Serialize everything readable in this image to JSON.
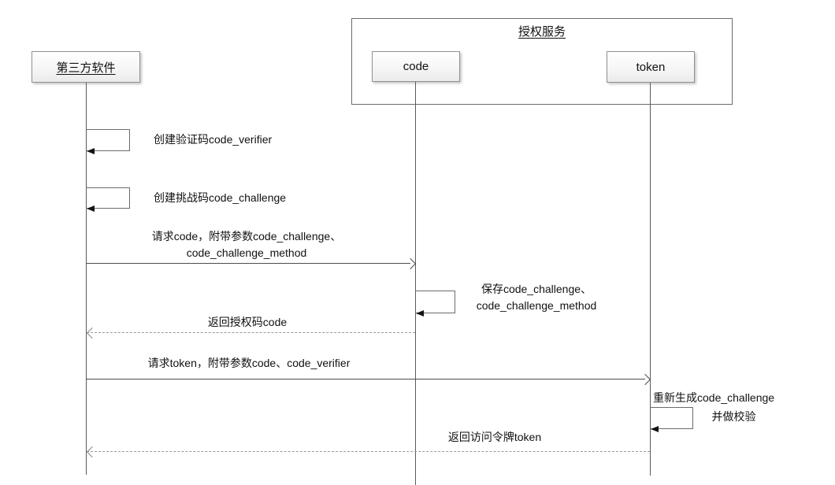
{
  "actors": {
    "third_party": {
      "label": "第三方软件"
    },
    "auth_service": {
      "label": "授权服务"
    },
    "code": {
      "label": "code"
    },
    "token": {
      "label": "token"
    }
  },
  "messages": {
    "m1": {
      "kind": "self",
      "actor": "third_party",
      "text": "创建验证码code_verifier"
    },
    "m2": {
      "kind": "self",
      "actor": "third_party",
      "text": "创建挑战码code_challenge"
    },
    "m3": {
      "kind": "request",
      "from": "third_party",
      "to": "code",
      "line1": "请求code，附带参数code_challenge、",
      "line2": "code_challenge_method"
    },
    "m4": {
      "kind": "self",
      "actor": "code",
      "line1": "保存code_challenge、",
      "line2": "code_challenge_method"
    },
    "m5": {
      "kind": "return",
      "from": "code",
      "to": "third_party",
      "text": "返回授权码code"
    },
    "m6": {
      "kind": "request",
      "from": "third_party",
      "to": "token",
      "text": "请求token，附带参数code、code_verifier"
    },
    "m7": {
      "kind": "self",
      "actor": "token",
      "line1": "重新生成code_challenge",
      "line2": "并做校验"
    },
    "m8": {
      "kind": "return",
      "from": "token",
      "to": "third_party",
      "text": "返回访问令牌token"
    }
  },
  "colors": {
    "line": "#4d4d4d",
    "dashed_line": "#9a9a9a",
    "box_border": "#909090",
    "text": "#111111",
    "background": "#ffffff"
  }
}
